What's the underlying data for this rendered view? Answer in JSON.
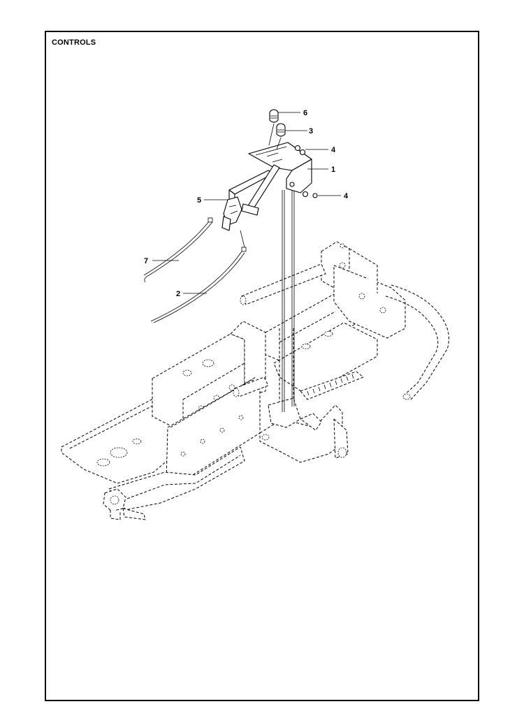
{
  "title": "CONTROLS",
  "callouts": [
    {
      "id": "6",
      "label": "6",
      "part": "knob"
    },
    {
      "id": "3",
      "label": "3",
      "part": "knob"
    },
    {
      "id": "4a",
      "label": "4",
      "part": "nut"
    },
    {
      "id": "1",
      "label": "1",
      "part": "bracket"
    },
    {
      "id": "4b",
      "label": "4",
      "part": "nut"
    },
    {
      "id": "5",
      "label": "5",
      "part": "lever-mechanism"
    },
    {
      "id": "7",
      "label": "7",
      "part": "cable"
    },
    {
      "id": "2",
      "label": "2",
      "part": "cable"
    }
  ],
  "colors": {
    "line": "#000000",
    "background": "#ffffff"
  }
}
